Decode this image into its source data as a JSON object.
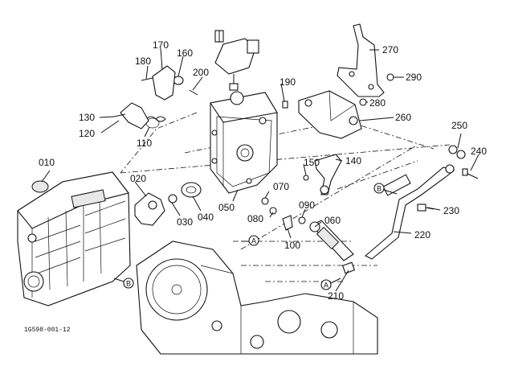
{
  "figure_code": "1G598-001-12",
  "parts": [
    {
      "id": "p010",
      "label": "010"
    },
    {
      "id": "p020",
      "label": "020"
    },
    {
      "id": "p030",
      "label": "030"
    },
    {
      "id": "p040",
      "label": "040"
    },
    {
      "id": "p050",
      "label": "050"
    },
    {
      "id": "p060",
      "label": "060"
    },
    {
      "id": "p070",
      "label": "070"
    },
    {
      "id": "p080",
      "label": "080"
    },
    {
      "id": "p090",
      "label": "090"
    },
    {
      "id": "p100",
      "label": "100"
    },
    {
      "id": "p110",
      "label": "110"
    },
    {
      "id": "p120",
      "label": "120"
    },
    {
      "id": "p130",
      "label": "130"
    },
    {
      "id": "p140",
      "label": "140"
    },
    {
      "id": "p150",
      "label": "150"
    },
    {
      "id": "p160",
      "label": "160"
    },
    {
      "id": "p170",
      "label": "170"
    },
    {
      "id": "p180",
      "label": "180"
    },
    {
      "id": "p190",
      "label": "190"
    },
    {
      "id": "p200",
      "label": "200"
    },
    {
      "id": "p210",
      "label": "210"
    },
    {
      "id": "p220",
      "label": "220"
    },
    {
      "id": "p230",
      "label": "230"
    },
    {
      "id": "p240",
      "label": "240"
    },
    {
      "id": "p250",
      "label": "250"
    },
    {
      "id": "p260",
      "label": "260"
    },
    {
      "id": "p270",
      "label": "270"
    },
    {
      "id": "p280",
      "label": "280"
    },
    {
      "id": "p290",
      "label": "290"
    }
  ],
  "refs": {
    "a1": "A",
    "a2": "A",
    "b1": "B",
    "b2": "B"
  }
}
